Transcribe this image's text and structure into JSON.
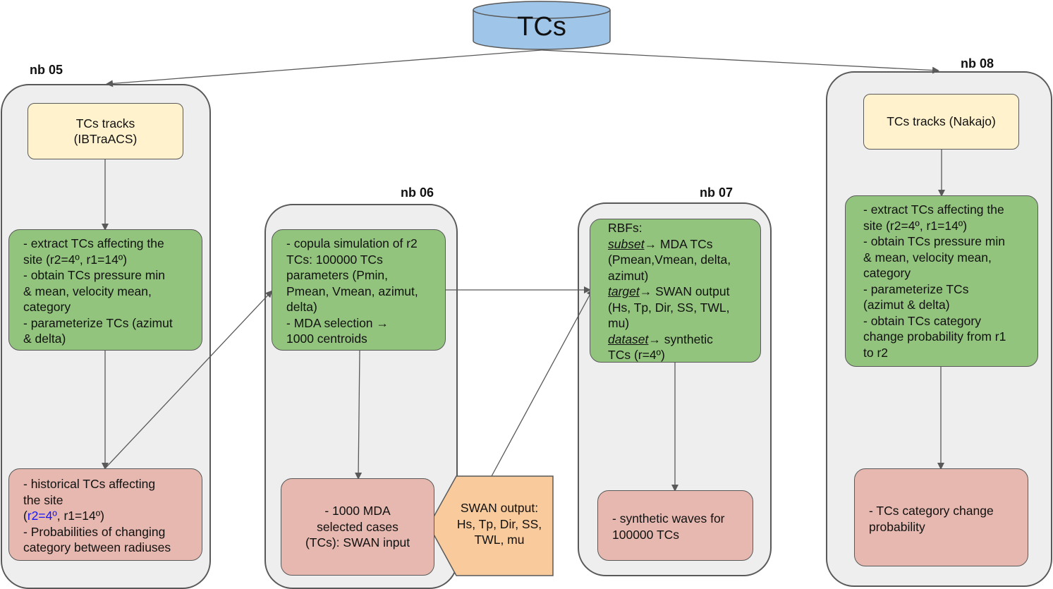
{
  "title": "TCs",
  "groups": {
    "nb05": {
      "label": "nb 05",
      "source": [
        "TCs tracks",
        "(IBTraACS)"
      ],
      "process": [
        "- extract TCs affecting the",
        "site (r2=4º, r1=14º)",
        "- obtain TCs pressure min",
        "& mean, velocity mean,",
        "category",
        "- parameterize TCs (azimut",
        "& delta)"
      ],
      "output": {
        "line1": "- historical TCs affecting",
        "line2": "the site",
        "r2": "r2=4º",
        "r1": ", r1=14º)",
        "line4": "- Probabilities of changing",
        "line5": "category between radiuses"
      }
    },
    "nb06": {
      "label": "nb 06",
      "process": [
        "- copula simulation of r2",
        "TCs: 100000 TCs",
        "parameters (Pmin,",
        "Pmean, Vmean, azimut,",
        "delta)",
        "- MDA selection →",
        "1000 centroids"
      ],
      "output": [
        "- 1000 MDA",
        "selected cases",
        "(TCs): SWAN input"
      ],
      "swan": [
        "SWAN output:",
        "Hs, Tp, Dir, SS,",
        "TWL, mu"
      ]
    },
    "nb07": {
      "label": "nb 07",
      "process": {
        "head": "RBFs:",
        "subset_key": "subset",
        "subset_val": "→ MDA TCs",
        "subset_l2": "(Pmean,Vmean, delta,",
        "subset_l3": "azimut)",
        "target_key": "target",
        "target_val": "→ SWAN output",
        "target_l2": "(Hs, Tp, Dir, SS, TWL,",
        "target_l3": "mu)",
        "dataset_key": "dataset",
        "dataset_val": "→ synthetic",
        "dataset_l2": "TCs (r=4º)"
      },
      "output": [
        "- synthetic waves for",
        "100000 TCs"
      ]
    },
    "nb08": {
      "label": "nb 08",
      "source": "TCs tracks (Nakajo)",
      "process": [
        "- extract TCs affecting the",
        "site (r2=4º, r1=14º)",
        "- obtain TCs pressure min",
        "& mean, velocity mean,",
        "category",
        "- parameterize TCs",
        "(azimut & delta)",
        "- obtain TCs category",
        "change probability from r1",
        "to r2"
      ],
      "output": [
        "- TCs category change",
        "probability"
      ]
    }
  },
  "colors": {
    "database": "#9fc5e8",
    "source": "#fff2cc",
    "process": "#93c47d",
    "output": "#e6b8af",
    "external_input": "#f9cb9c",
    "group": "#eeeeee",
    "highlight": "#1515ff"
  }
}
